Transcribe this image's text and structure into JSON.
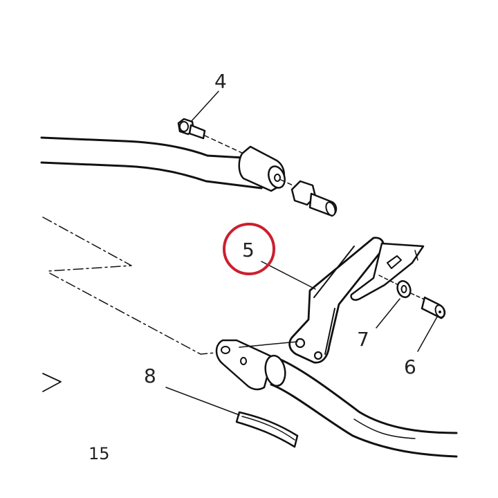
{
  "diagram": {
    "callouts": [
      {
        "id": "callout-4",
        "number": "4"
      },
      {
        "id": "callout-5",
        "number": "5",
        "highlighted": true
      },
      {
        "id": "callout-6",
        "number": "6"
      },
      {
        "id": "callout-7",
        "number": "7"
      },
      {
        "id": "callout-8",
        "number": "8"
      }
    ],
    "page_number": "15",
    "highlight_color": "#cc1f2f",
    "line_color": "#111111"
  }
}
